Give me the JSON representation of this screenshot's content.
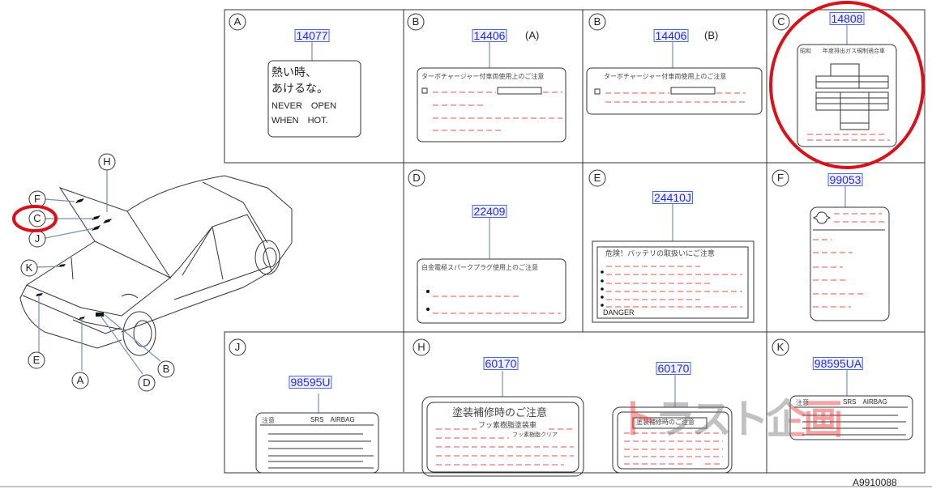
{
  "diagram_code": "A9910088",
  "watermark": "トラスト企画",
  "car_callouts": [
    "H",
    "F",
    "C",
    "J",
    "K",
    "E",
    "A",
    "D",
    "B"
  ],
  "panels": {
    "A": {
      "letter": "A",
      "part": "14077",
      "lines": [
        "熱い時、",
        "あけるな。",
        "NEVER　OPEN",
        "WHEN　HOT."
      ]
    },
    "B1": {
      "letter": "B",
      "part": "14406",
      "suffix": "(A)",
      "header": "ターボチャージャー付車両使用上のご注意"
    },
    "B2": {
      "letter": "B",
      "part": "14406",
      "suffix": "(B)",
      "header": "ターボチャージャー付車両使用上のご注意"
    },
    "C": {
      "letter": "C",
      "part": "14808",
      "header": "昭和　　年度排出ガス規制適合車"
    },
    "D": {
      "letter": "D",
      "part": "22409",
      "header": "白金電極スパークプラグ使用上のご注意"
    },
    "E": {
      "letter": "E",
      "part": "24410J",
      "header": "危険！バッテリの取扱いにご注意",
      "footer": "DANGER"
    },
    "F": {
      "letter": "F",
      "part": "99053"
    },
    "J": {
      "letter": "J",
      "part": "98595U",
      "left": "注意",
      "right": "SRS　AIRBAG"
    },
    "H": {
      "letter": "H",
      "part_1": "60170",
      "header_1": "塗装補修時のご注意",
      "sub_1": "フッ素樹脂塗装車",
      "sub_2": "フッ素樹脂クリア",
      "part_2": "60170",
      "header_2": "塗装補修時のご注意"
    },
    "K": {
      "letter": "K",
      "part": "98595UA",
      "left": "注意",
      "right": "SRS　AIRBAG"
    }
  },
  "colors": {
    "highlight": "#d8121b",
    "part_number": "#2a2ad0",
    "dash": "#e05050"
  }
}
